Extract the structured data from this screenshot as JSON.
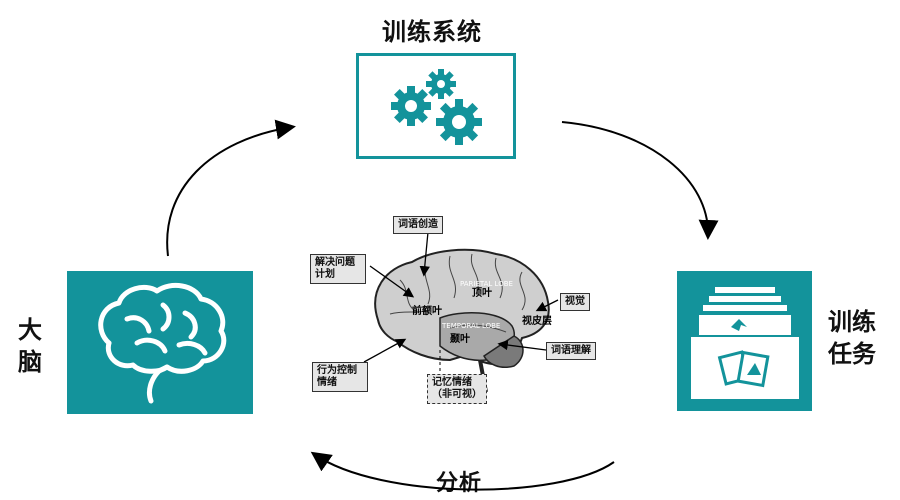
{
  "nodes": {
    "top": "训练系统",
    "left": "大脑",
    "right": "训练任务",
    "bottom": "分析"
  },
  "brain_labels": {
    "word_creation": "词语创造",
    "problem_solving": "解决问题计划",
    "vision": "视觉",
    "visual_layer": "视皮层",
    "word_comprehension": "词语理解",
    "behavior_emotion": "行为控制情绪",
    "memory": "记忆情绪（非可视）",
    "frontal_lobe": "前额叶",
    "parietal_lobe": "顶叶",
    "temporal_lobe": "颞叶",
    "parietal_en": "PARIETAL LOBE",
    "temporal_en": "TEMPORAL LOBE"
  },
  "colors": {
    "teal": "#13939b",
    "label_bg": "#e6e6e6"
  },
  "icons": {
    "top": "gears-icon",
    "left": "brain-icon",
    "right": "task-cards-icon"
  }
}
